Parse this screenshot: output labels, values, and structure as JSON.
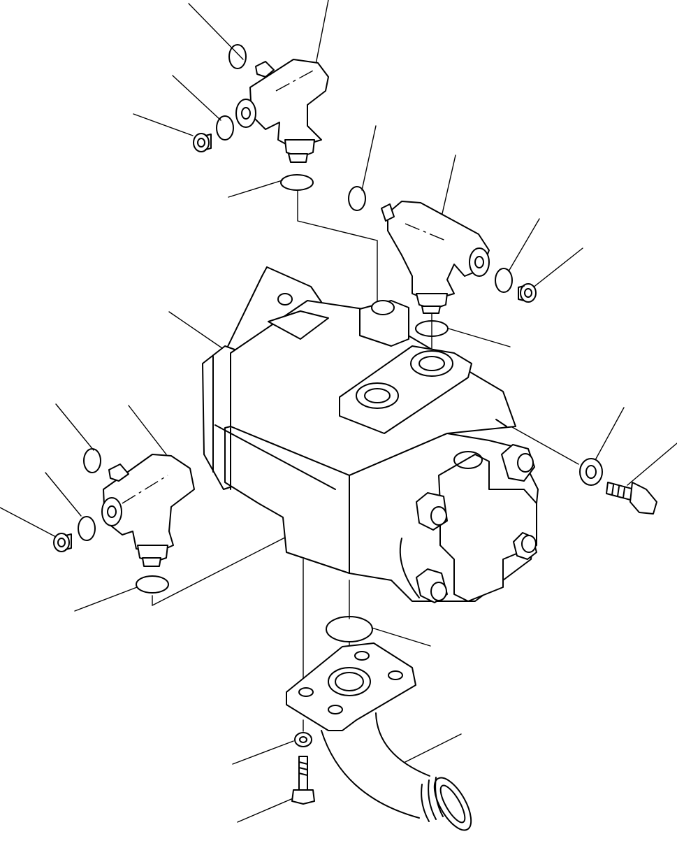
{
  "diagram": {
    "type": "exploded-parts-view",
    "colors": {
      "line": "#000000",
      "background": "#ffffff"
    },
    "parts": [
      "pump-body",
      "elbow-fitting-top",
      "elbow-fitting-right",
      "elbow-fitting-left",
      "suction-flange",
      "suction-hose",
      "mounting-bolt",
      "washer",
      "o-ring",
      "plug"
    ],
    "callout_count": 20
  }
}
